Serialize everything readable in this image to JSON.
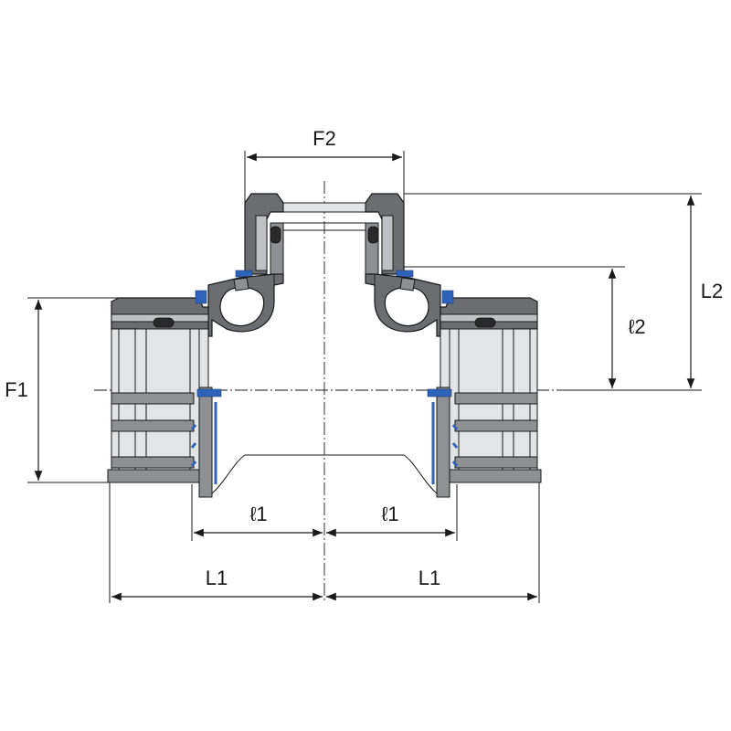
{
  "labels": {
    "f2": "F2",
    "f1": "F1",
    "l2": "L2",
    "small_l2": "ℓ2",
    "small_l1_left": "ℓ1",
    "small_l1_right": "ℓ1",
    "l1_left": "L1",
    "l1_right": "L1"
  },
  "colors": {
    "body": "#6b6d70",
    "seal_ring": "#2f63b8",
    "line": "#1a1a1a"
  }
}
